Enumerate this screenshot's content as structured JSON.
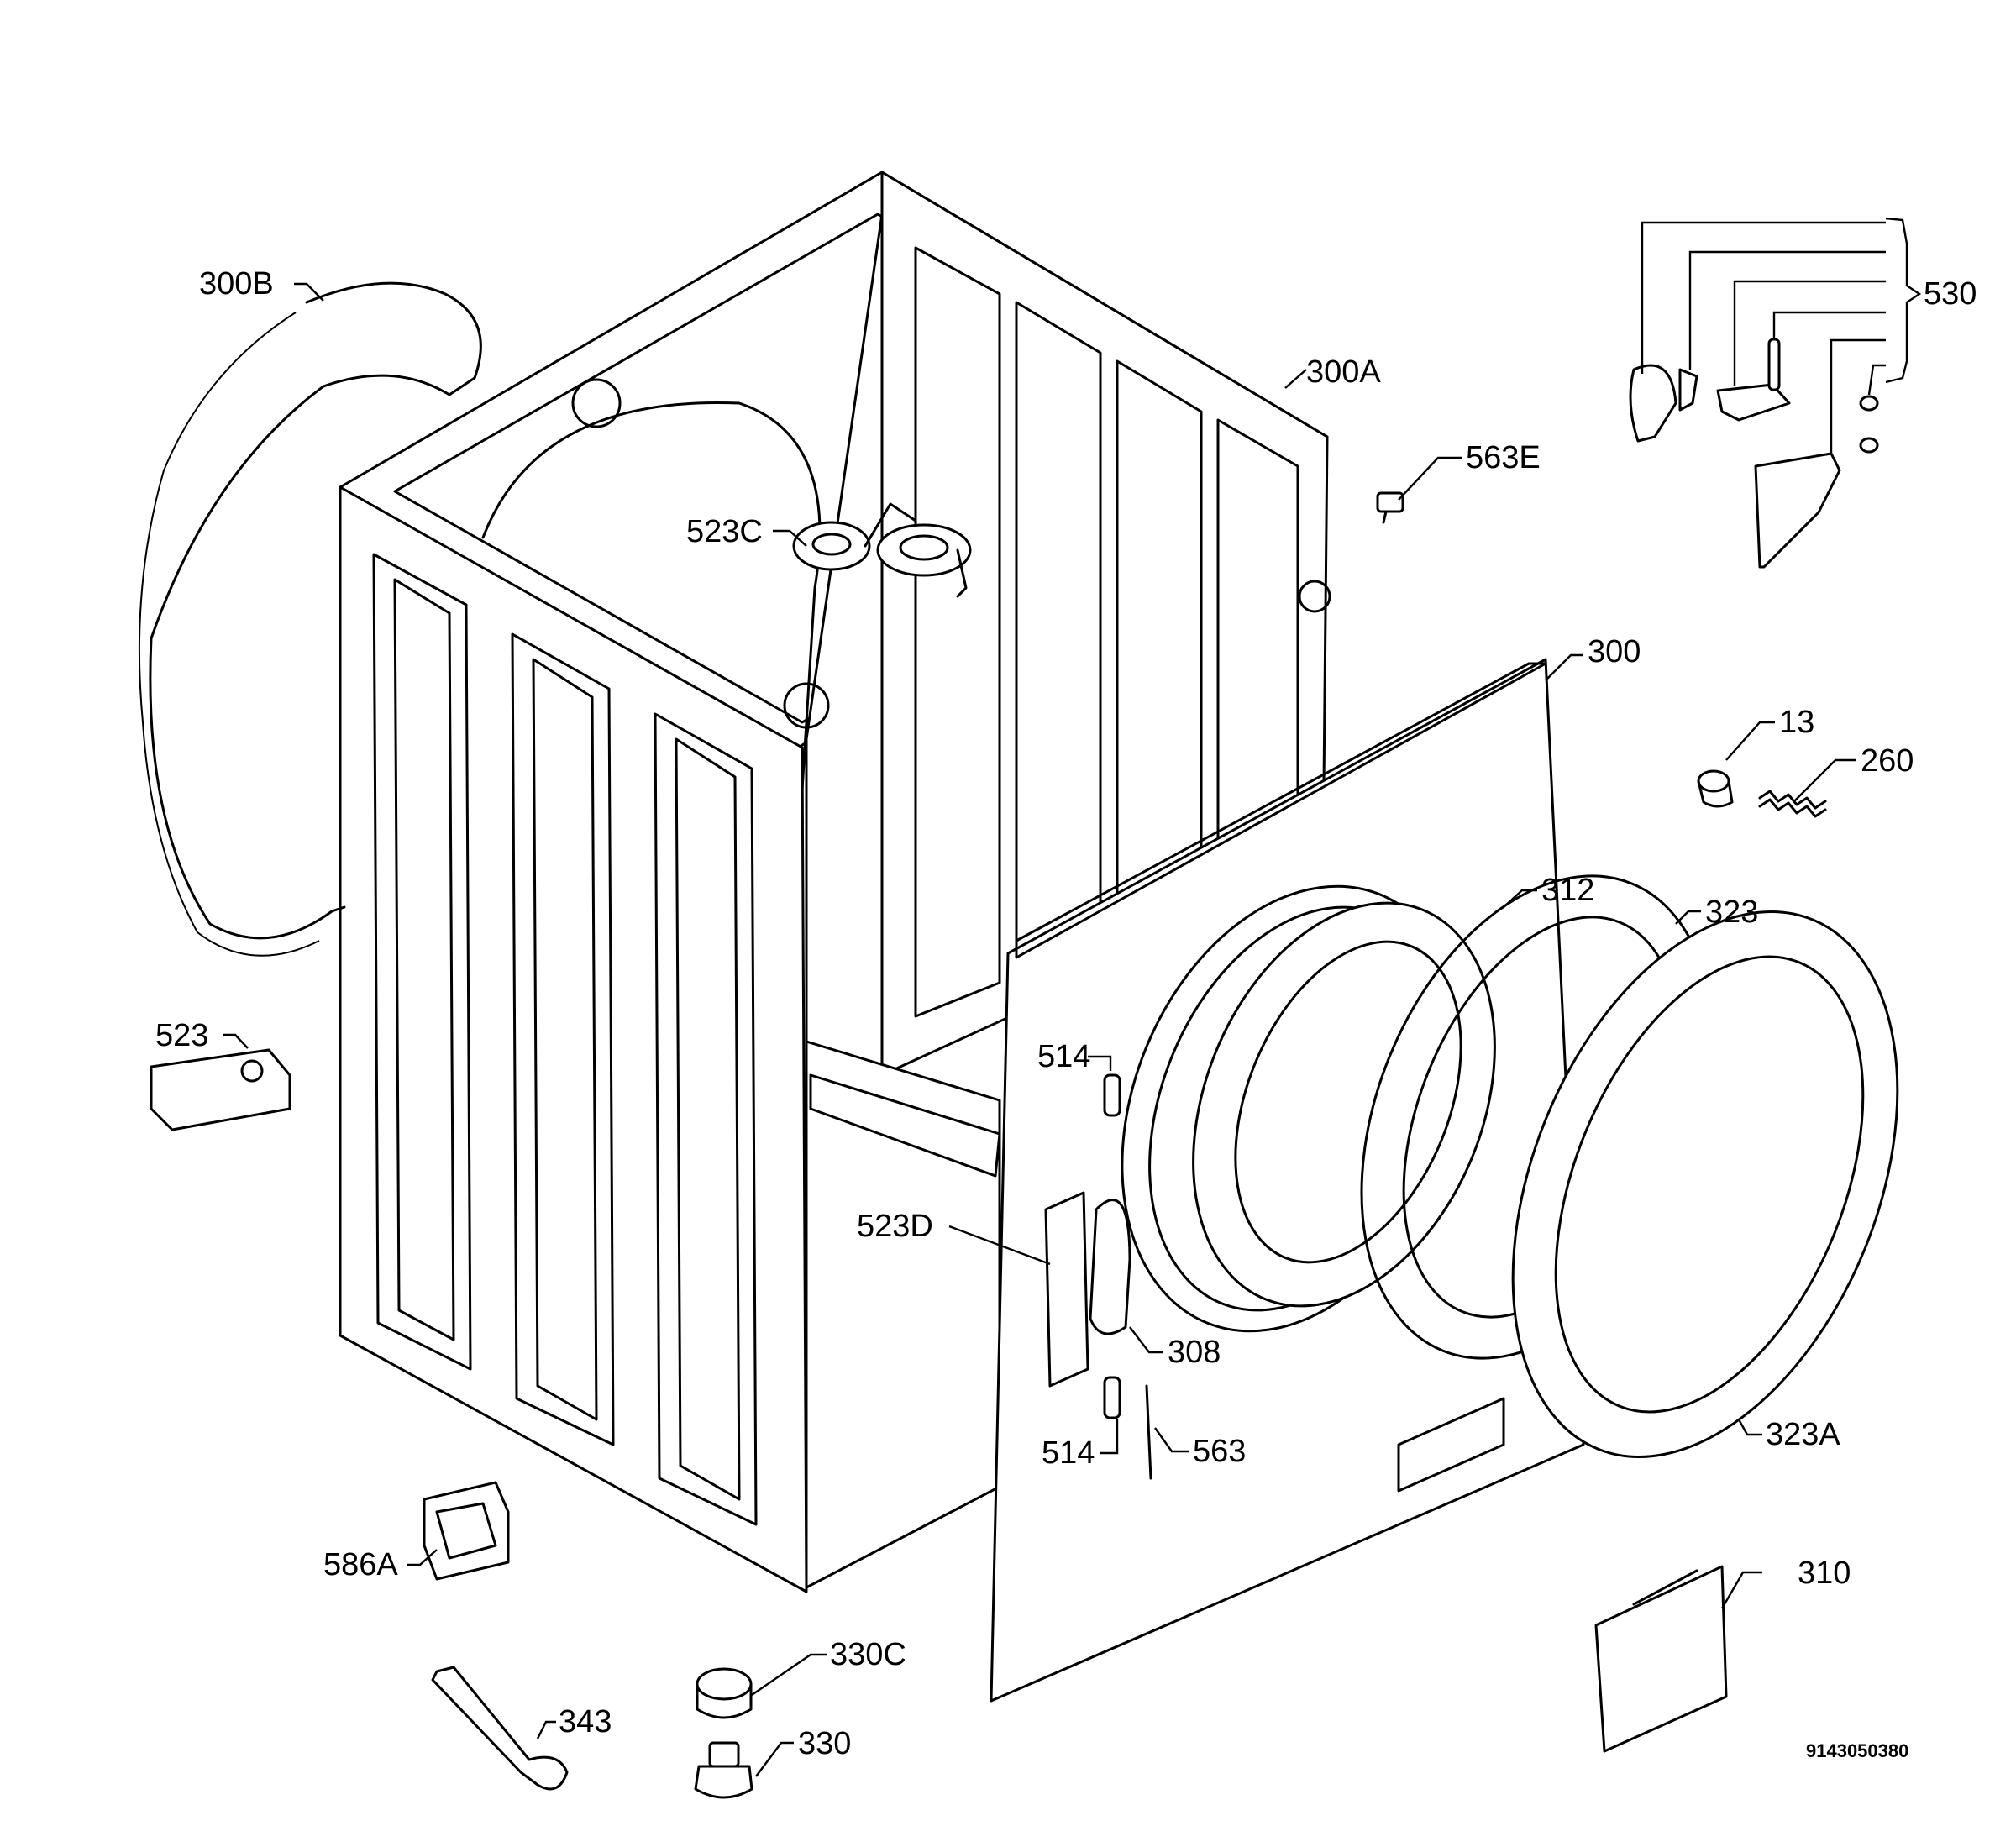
{
  "labels": {
    "l300B": "300B",
    "l300A": "300A",
    "l563E": "563E",
    "l523C": "523C",
    "l530": "530",
    "l300": "300",
    "l13": "13",
    "l260": "260",
    "l312": "312",
    "l323": "323",
    "l523": "523",
    "l514a": "514",
    "l523D": "523D",
    "l308": "308",
    "l514b": "514",
    "l563": "563",
    "l323A": "323A",
    "l586A": "586A",
    "l310": "310",
    "l330C": "330C",
    "l343": "343",
    "l330": "330"
  },
  "document_number": "9143050380"
}
